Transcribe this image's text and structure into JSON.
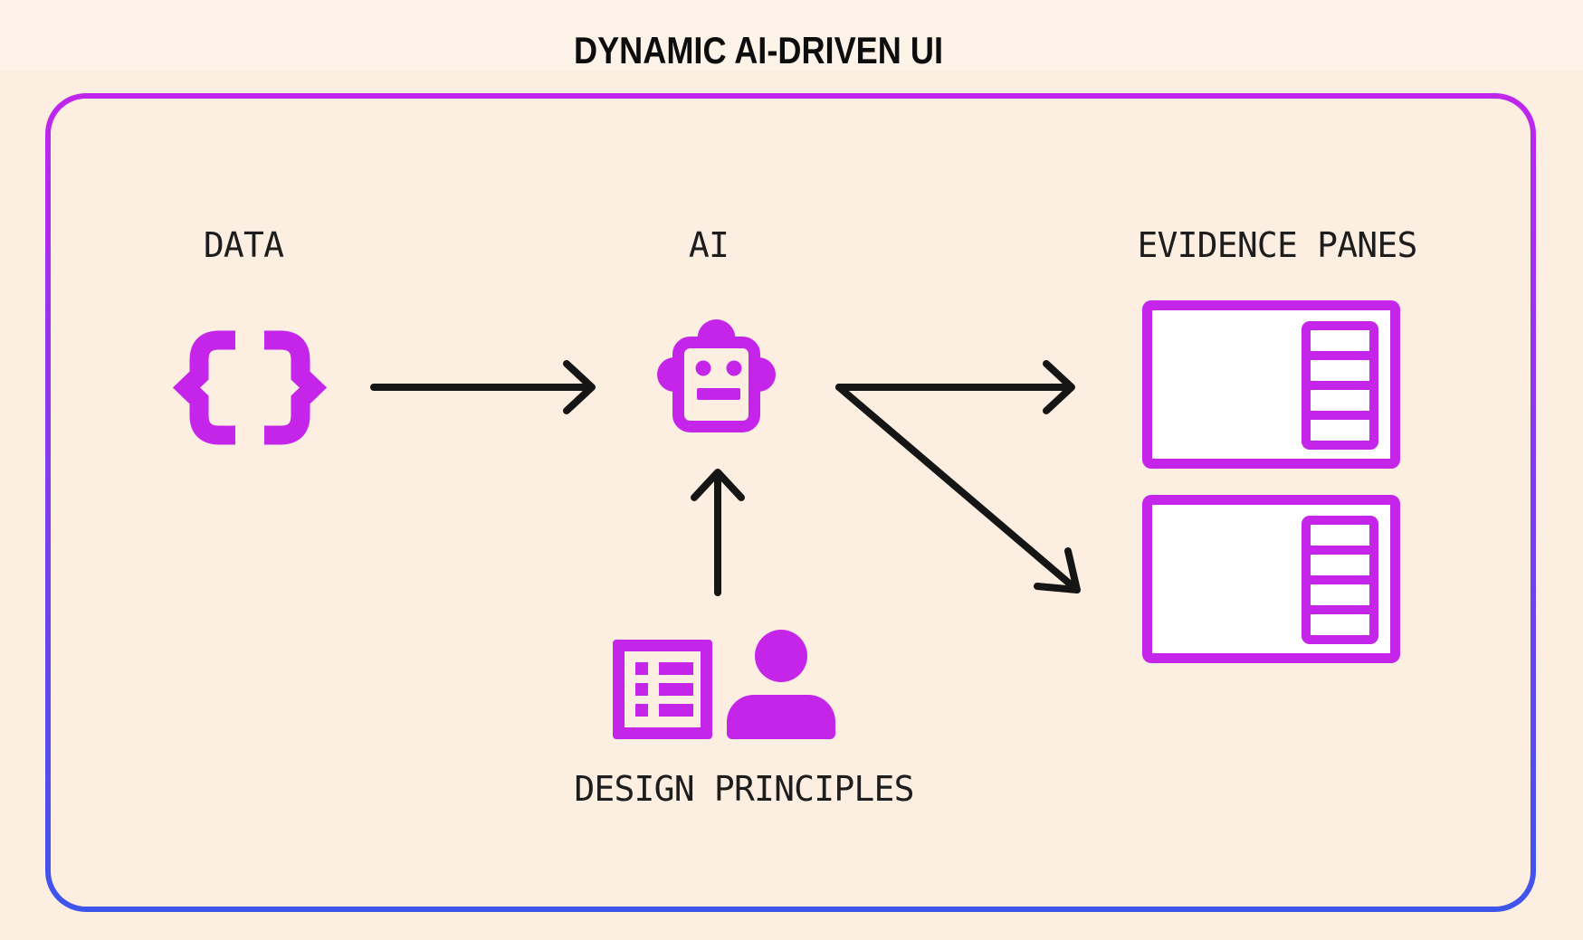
{
  "title": "DYNAMIC AI-DRIVEN UI",
  "colors": {
    "accent": "#c524e9",
    "frame-top": "#c026ec",
    "frame-bottom": "#3e55ec",
    "bg": "#fcefe1",
    "band": "#fdf3e9",
    "ink": "#151515",
    "pane-fill": "#ffffff",
    "label-ink": "#1d1d1d"
  },
  "nodes": {
    "data": {
      "label": "DATA",
      "icon": "curly-braces-icon"
    },
    "ai": {
      "label": "AI",
      "icon": "robot-icon"
    },
    "evidence": {
      "label": "EVIDENCE PANES",
      "icon": "pane-list-icon",
      "pane_count": 2
    },
    "design": {
      "label": "DESIGN PRINCIPLES",
      "icons": [
        "checklist-icon",
        "person-icon"
      ]
    }
  },
  "edges": [
    {
      "from": "data",
      "to": "ai"
    },
    {
      "from": "ai",
      "to": "evidence-pane-1"
    },
    {
      "from": "ai",
      "to": "evidence-pane-2"
    },
    {
      "from": "design-principles",
      "to": "ai"
    }
  ]
}
